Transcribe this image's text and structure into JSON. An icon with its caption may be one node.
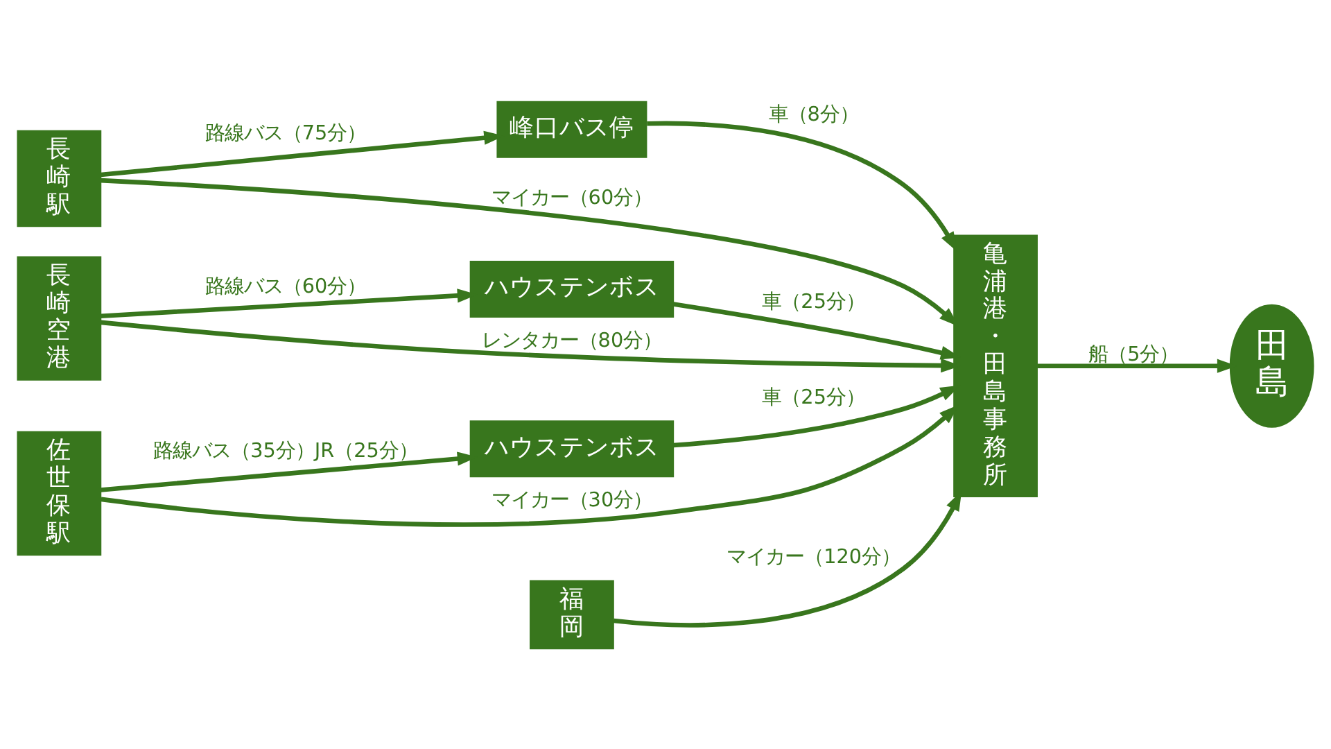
{
  "diagram": {
    "nodes": [
      {
        "text": [
          "長崎駅"
        ]
      },
      {
        "text": [
          "峰口バス停"
        ]
      },
      {
        "text": [
          "長崎空港"
        ]
      },
      {
        "text": [
          "ハウステンボス"
        ]
      },
      {
        "text": [
          "佐世保駅"
        ]
      },
      {
        "text": [
          "ハウステンボス"
        ]
      },
      {
        "text": [
          "福岡"
        ]
      },
      {
        "text": [
          "亀浦港・田島事務所"
        ]
      },
      {
        "text": [
          "田島"
        ]
      }
    ],
    "edges": [
      {
        "from": 0,
        "to": 1,
        "arrow": "to",
        "label": "路線バス（75分）"
      },
      {
        "from": 1,
        "to": 7,
        "arrow": "to",
        "label": "車（8分）"
      },
      {
        "from": 0,
        "to": 7,
        "arrow": "to",
        "label": "マイカー（60分）"
      },
      {
        "from": 2,
        "to": 3,
        "arrow": "to",
        "label": "路線バス（60分）"
      },
      {
        "from": 3,
        "to": 7,
        "arrow": "to",
        "label": "車（25分）"
      },
      {
        "from": 2,
        "to": 7,
        "arrow": "to",
        "label": "レンタカー（80分）"
      },
      {
        "from": 4,
        "to": 7,
        "arrow": "to",
        "label": "マイカー（30分）"
      },
      {
        "from": 4,
        "to": 5,
        "arrow": "to",
        "label": "路線バス（35分）JR（25分）"
      },
      {
        "from": 5,
        "to": 7,
        "arrow": "to",
        "label": "車（25分）"
      },
      {
        "from": 6,
        "to": 7,
        "arrow": "to",
        "label": "マイカー（120分）"
      },
      {
        "from": 7,
        "to": 8,
        "arrow": "to",
        "label": "船（5分）"
      }
    ]
  }
}
